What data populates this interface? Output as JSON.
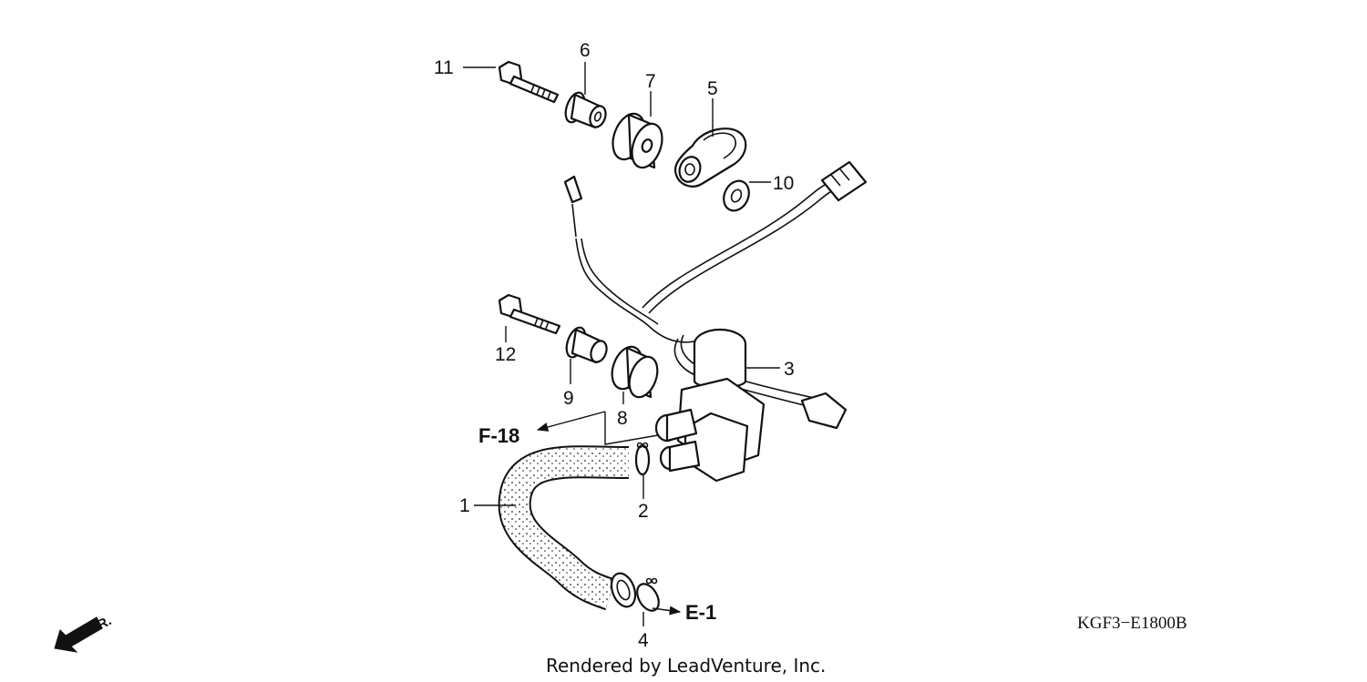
{
  "diagram_code": "KGF3−E1800B",
  "credit": "Rendered by LeadVenture, Inc.",
  "direction": "FR.",
  "refs": {
    "f18": "F-18",
    "e1": "E-1"
  },
  "callouts": [
    "1",
    "2",
    "3",
    "4",
    "5",
    "6",
    "7",
    "8",
    "9",
    "10",
    "11",
    "12"
  ]
}
